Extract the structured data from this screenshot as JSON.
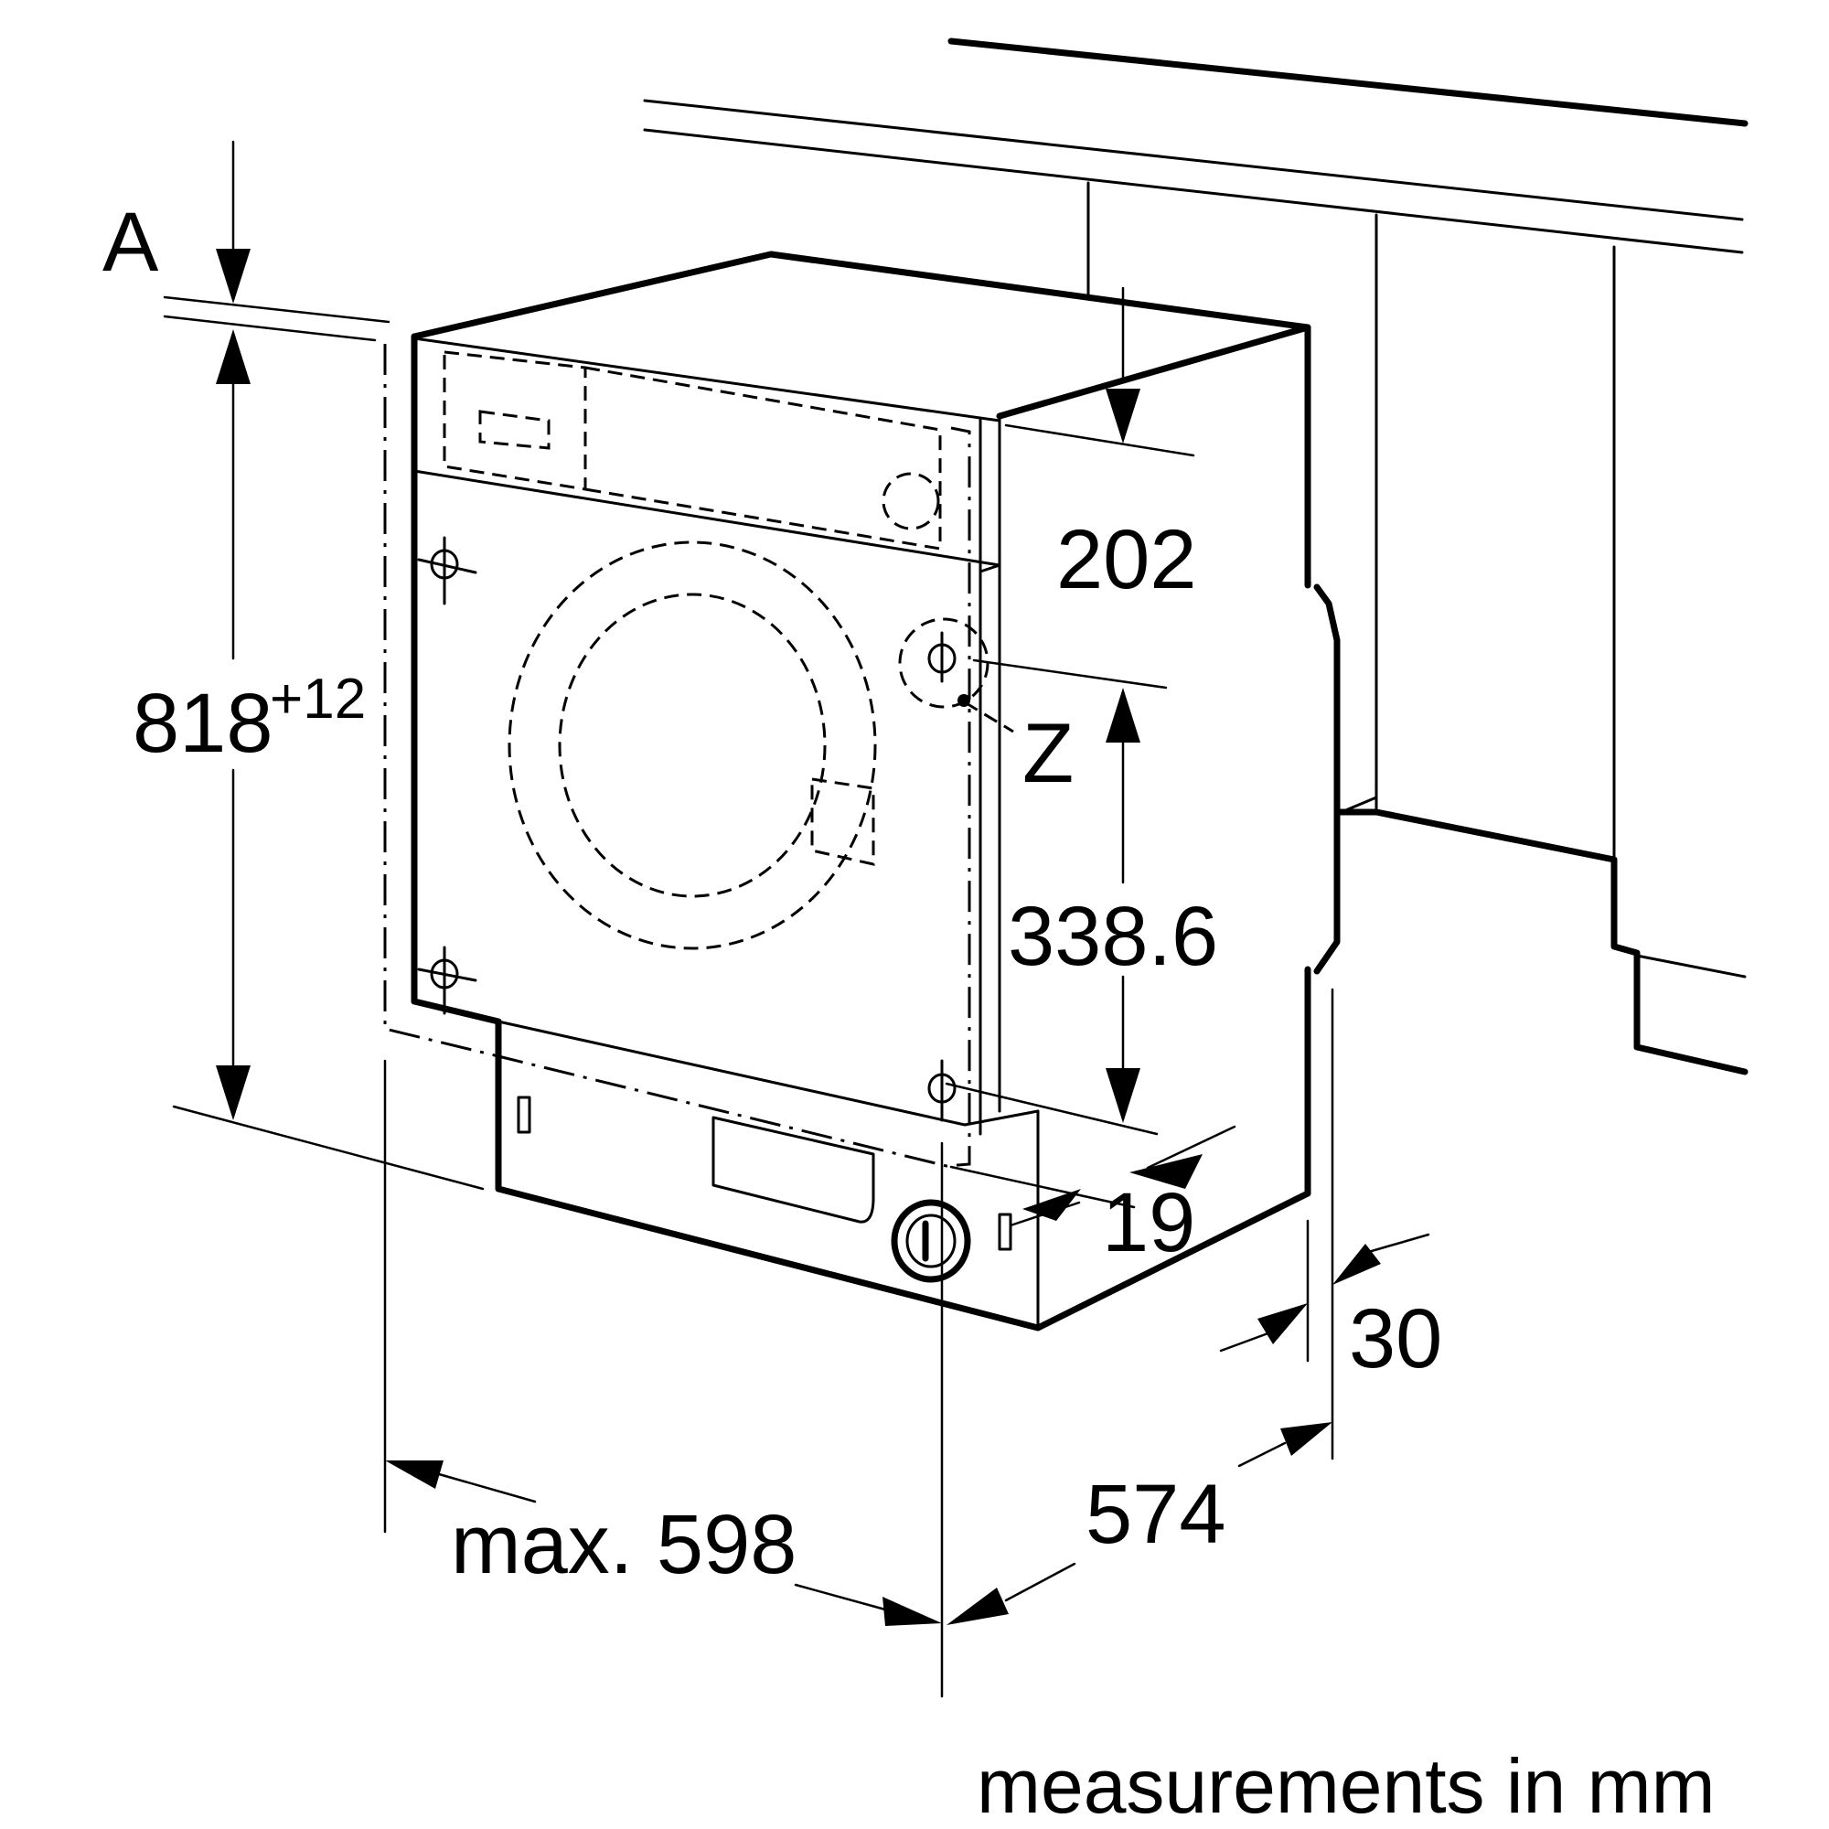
{
  "labels": {
    "a": "A",
    "height_main": "818",
    "height_tol": "+12",
    "d202": "202",
    "z": "Z",
    "d338": "338.6",
    "d19": "19",
    "d30": "30",
    "d574": "574",
    "max598": "max. 598",
    "units": "measurements in mm"
  }
}
